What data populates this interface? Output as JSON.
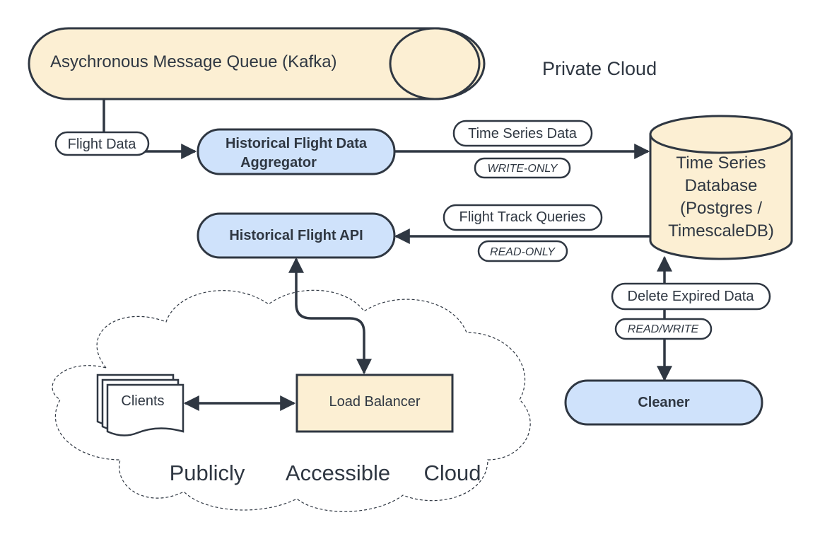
{
  "private_cloud_label": "Private Cloud",
  "public_cloud_label": {
    "word1": "Publicly",
    "word2": "Accessible",
    "word3": "Cloud"
  },
  "nodes": {
    "message_queue": "Asychronous Message Queue (Kafka)",
    "aggregator": [
      "Historical Flight Data",
      "Aggregator"
    ],
    "api": "Historical Flight API",
    "database": [
      "Time Series",
      "Database",
      "(Postgres /",
      "TimescaleDB)"
    ],
    "cleaner": "Cleaner",
    "load_balancer": "Load Balancer",
    "clients": "Clients"
  },
  "edges": {
    "flight_data": "Flight Data",
    "time_series_data": "Time Series Data",
    "write_only": "WRITE-ONLY",
    "flight_track_queries": "Flight Track Queries",
    "read_only": "READ-ONLY",
    "delete_expired_data": "Delete Expired Data",
    "read_write": "READ/WRITE"
  },
  "colors": {
    "cream": "#fcefd3",
    "blue": "#cfe2fb",
    "ink": "#2f3742"
  }
}
